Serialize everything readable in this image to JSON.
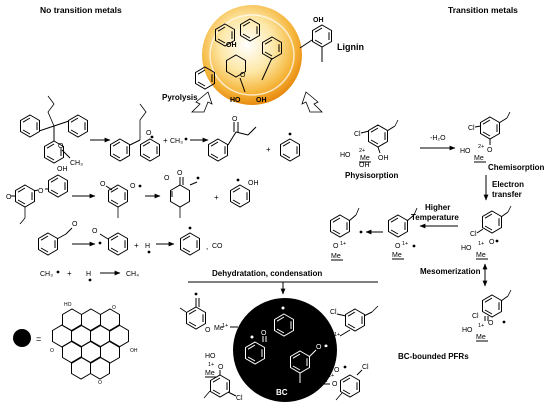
{
  "sections": {
    "no_tm": "No transition metals",
    "tm": "Transition metals"
  },
  "lignin_label": "Lignin",
  "pyrolysis_label": "Pyrolysis",
  "left": {
    "r1_ome": "O",
    "r1_me": "CH₃",
    "r1_rad": "O",
    "r1_plus": "+",
    "r1_ch3": "CH₃",
    "r1_prod_o": "O",
    "r1_plus2": "+",
    "r2_oh": "OH",
    "r2_o": "O",
    "r2_o1": "O",
    "r2_o2": "O",
    "r2_plus": "+",
    "r2_oh2": "OH",
    "r3_o": "O",
    "r3_o2": "O",
    "r3_plus": "+",
    "r3_h": "H",
    "r3_comma": ",",
    "r3_co": "CO",
    "r4_ch3": "CH₃",
    "r4_plus": "+",
    "r4_h": "H",
    "r4_ch4": "CH₄"
  },
  "right": {
    "minus_h2o": "-H₂O",
    "physisorption": "Physisorption",
    "chemisorption": "Chemisorption",
    "electron_transfer_1": "Electron",
    "electron_transfer_2": "transfer",
    "higher_temp_1": "Higher",
    "higher_temp_2": "Temperature",
    "mesomerization": "Mesomerization",
    "cl": "Cl",
    "ho": "HO",
    "oh": "OH",
    "me": "Me",
    "o": "O",
    "charge_2p": "2+",
    "charge_1p": "1+"
  },
  "dehydration_label": "Dehydratation, condensation",
  "bc_label": "BC",
  "bc_bounded": "BC-bounded PFRs",
  "bc_struct": {
    "o": "O",
    "me": "Me",
    "charge_1p": "1+",
    "ho": "HO",
    "oh": "OH",
    "cl": "Cl"
  },
  "legend_equals": "=",
  "colors": {
    "lignin_orange": "#f0a020",
    "bc_fill": "#000000"
  }
}
